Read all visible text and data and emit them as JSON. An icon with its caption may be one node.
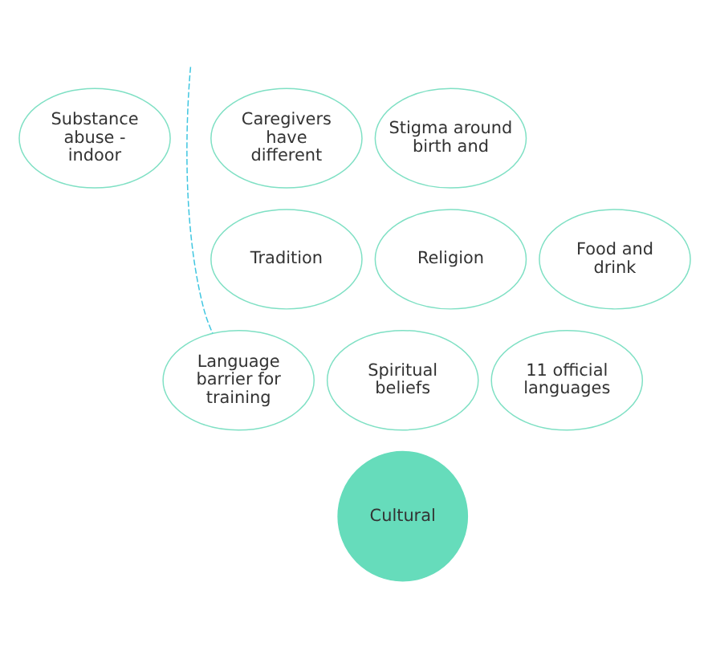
{
  "diagram": {
    "nodes": [
      {
        "text": [
          "Substance abuse - indoor"
        ]
      },
      {
        "text": [
          "Caregivers have different"
        ]
      },
      {
        "text": [
          "Stigma around birth and"
        ]
      },
      {
        "text": [
          "Tradition"
        ]
      },
      {
        "text": [
          "Religion"
        ]
      },
      {
        "text": [
          "Food and drink"
        ]
      },
      {
        "text": [
          "Language barrier for training"
        ]
      },
      {
        "text": [
          "Spiritual beliefs"
        ]
      },
      {
        "text": [
          "11 official languages"
        ]
      },
      {
        "text": [
          "Cultural"
        ]
      }
    ],
    "edges": [
      {
        "from": null,
        "to": 6,
        "arrow": "none",
        "style": "dashed",
        "color": "#3fc6e0"
      }
    ]
  }
}
